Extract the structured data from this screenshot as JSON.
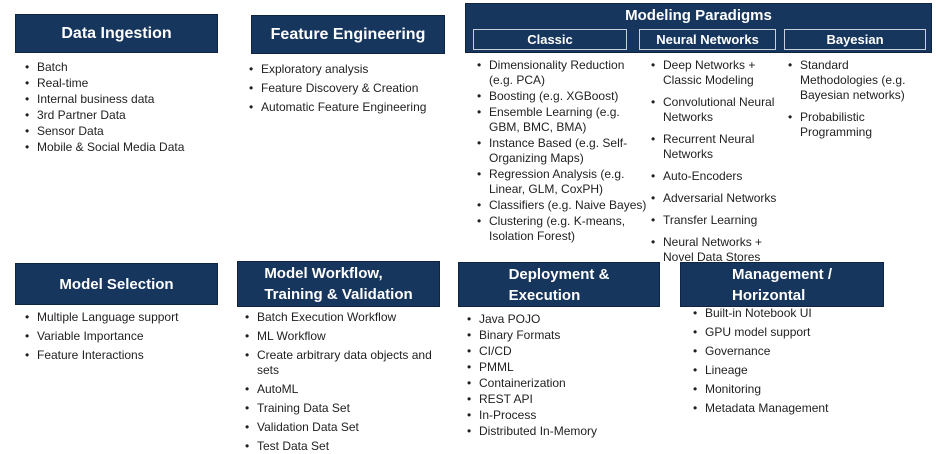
{
  "colors": {
    "header_bg": "#17365D",
    "header_text": "#FFFFFF",
    "subbox_border": "#C9D0D9",
    "body_text": "#1F1F1F",
    "background": "#FFFFFF"
  },
  "sections": {
    "data_ingestion": {
      "title_lines": [
        "Data Ingestion"
      ],
      "items": [
        "Batch",
        "Real-time",
        "Internal business data",
        "3rd Partner Data",
        "Sensor Data",
        "Mobile & Social Media Data"
      ]
    },
    "feature_engineering": {
      "title_lines": [
        "Feature Engineering"
      ],
      "items": [
        "Exploratory analysis",
        "Feature Discovery & Creation",
        "Automatic Feature Engineering"
      ]
    },
    "modeling_paradigms": {
      "title": "Modeling Paradigms",
      "columns": [
        {
          "label": "Classic",
          "items": [
            "Dimensionality Reduction (e.g. PCA)",
            "Boosting (e.g. XGBoost)",
            "Ensemble Learning (e.g. GBM, BMC, BMA)",
            "Instance Based (e.g. Self-Organizing Maps)",
            "Regression Analysis (e.g. Linear, GLM, CoxPH)",
            "Classifiers (e.g. Naive Bayes)",
            "Clustering (e.g. K-means, Isolation Forest)"
          ]
        },
        {
          "label": "Neural Networks",
          "items": [
            "Deep Networks + Classic Modeling",
            "Convolutional Neural Networks",
            "Recurrent Neural Networks",
            "Auto-Encoders",
            "Adversarial Networks",
            "Transfer Learning",
            "Neural Networks + Novel Data Stores"
          ]
        },
        {
          "label": "Bayesian",
          "items": [
            "Standard Methodologies (e.g. Bayesian networks)",
            "Probabilistic Programming"
          ]
        }
      ]
    },
    "model_selection": {
      "title_lines": [
        "Model Selection"
      ],
      "items": [
        "Multiple Language support",
        "Variable Importance",
        "Feature Interactions"
      ]
    },
    "model_workflow": {
      "title_lines": [
        "Model Workflow,",
        "Training & Validation"
      ],
      "items": [
        "Batch Execution Workflow",
        "ML Workflow",
        "Create arbitrary data objects and sets",
        "AutoML",
        "Training Data Set",
        "Validation Data Set",
        "Test Data Set"
      ]
    },
    "deployment_execution": {
      "title_lines": [
        "Deployment &",
        "Execution"
      ],
      "items": [
        "Java POJO",
        "Binary Formats",
        "CI/CD",
        "PMML",
        "Containerization",
        "REST API",
        "In-Process",
        "Distributed In-Memory"
      ]
    },
    "management_horizontal": {
      "title_lines": [
        "Management /",
        "Horizontal"
      ],
      "items": [
        "Built-in Notebook UI",
        "GPU model support",
        "Governance",
        "Lineage",
        "Monitoring",
        "Metadata Management"
      ]
    }
  }
}
